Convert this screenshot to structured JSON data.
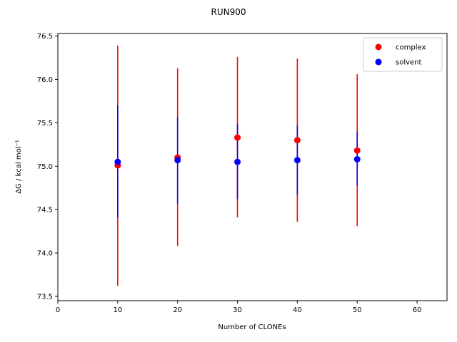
{
  "chart_data": {
    "type": "scatter",
    "title": "RUN900",
    "xlabel": "Number of CLONEs",
    "ylabel": "ΔG / kcal mol⁻¹",
    "xlim": [
      0,
      65
    ],
    "ylim": [
      73.45,
      76.53
    ],
    "xticks": [
      0,
      10,
      20,
      30,
      40,
      50,
      60
    ],
    "yticks": [
      73.5,
      74.0,
      74.5,
      75.0,
      75.5,
      76.0,
      76.5
    ],
    "grid": false,
    "legend": "top-right",
    "series": [
      {
        "name": "complex",
        "color": "#ff0000",
        "x": [
          10,
          20,
          30,
          40,
          50
        ],
        "y": [
          75.01,
          75.1,
          75.33,
          75.3,
          75.18
        ],
        "yerr_low": [
          73.62,
          74.08,
          74.41,
          74.36,
          74.31
        ],
        "yerr_high": [
          76.39,
          76.13,
          76.26,
          76.24,
          76.06
        ]
      },
      {
        "name": "solvent",
        "color": "#0000ff",
        "x": [
          10,
          20,
          30,
          40,
          50
        ],
        "y": [
          75.05,
          75.07,
          75.05,
          75.07,
          75.08
        ],
        "yerr_low": [
          74.41,
          74.57,
          74.62,
          74.67,
          74.78
        ],
        "yerr_high": [
          75.7,
          75.57,
          75.49,
          75.47,
          75.4
        ]
      }
    ]
  }
}
